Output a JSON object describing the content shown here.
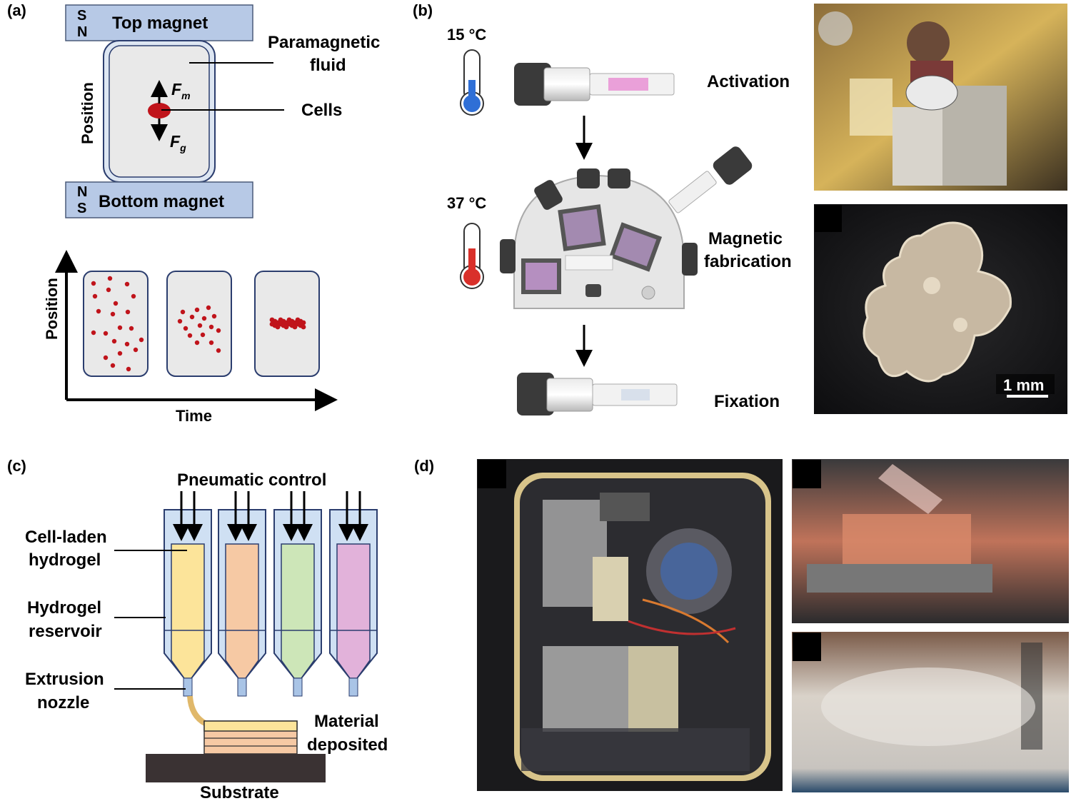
{
  "panel_a": {
    "label": "(a)",
    "top_magnet": {
      "s": "S",
      "n": "N",
      "label": "Top magnet"
    },
    "bottom_magnet": {
      "n": "N",
      "s": "S",
      "label": "Bottom magnet"
    },
    "position_label": "Position",
    "paramagnetic_fluid_line1": "Paramagnetic",
    "paramagnetic_fluid_line2": "fluid",
    "cells_label": "Cells",
    "fm_main": "F",
    "fm_sub": "m",
    "fg_main": "F",
    "fg_sub": "g",
    "plot_ylabel": "Position",
    "plot_xlabel": "Time"
  },
  "panel_b": {
    "label": "(b)",
    "temp_1": "15 °C",
    "temp_2": "37 °C",
    "step_1": "Activation",
    "step_2_line1": "Magnetic",
    "step_2_line2": "fabrication",
    "step_3": "Fixation",
    "scale_bar": "1 mm",
    "colors": {
      "cold": "#2f6fd6",
      "hot": "#d9302a"
    }
  },
  "panel_c": {
    "label": "(c)",
    "pneumatic": "Pneumatic control",
    "cell_laden_line1": "Cell-laden",
    "cell_laden_line2": "hydrogel",
    "reservoir_line1": "Hydrogel",
    "reservoir_line2": "reservoir",
    "nozzle_line1": "Extrusion",
    "nozzle_line2": "nozzle",
    "material_line1": "Material",
    "material_line2": "deposited",
    "substrate": "Substrate",
    "colors": {
      "yellow": "#fce49a",
      "peach": "#f6c9a4",
      "green": "#cde6b8",
      "pink": "#e2b2da",
      "reservoir": "#cfe0f3"
    }
  },
  "panel_d": {
    "label": "(d)"
  }
}
